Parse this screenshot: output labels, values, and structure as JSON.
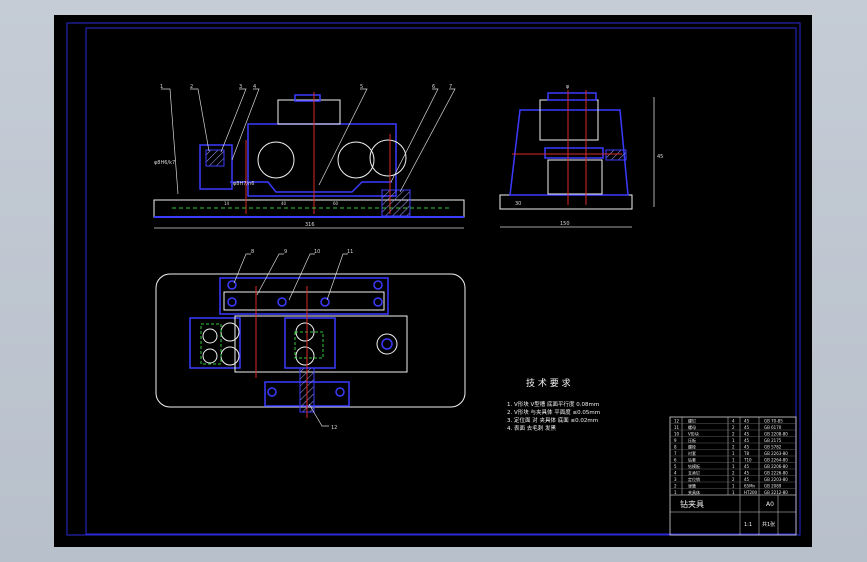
{
  "colors": {
    "background": "#000000",
    "frame": "#2a2ad6",
    "outline": "#f2f2f2",
    "part": "#3b3bff",
    "section_red": "#d62a2a",
    "dimension": "#d8d8d8",
    "hatch": "#a0a0ff",
    "green_center": "#2fc93b"
  },
  "drawing": {
    "callouts": [
      "1",
      "2",
      "3",
      "4",
      "5",
      "6",
      "7",
      "8",
      "9",
      "10",
      "11",
      "12"
    ],
    "fit_labels": {
      "left": "φ8H6/k7",
      "middle": "φ8H7/n6"
    },
    "dims": {
      "front_width": "316",
      "side_width": "150",
      "small_a": "14",
      "small_b": "40",
      "small_c": "60",
      "side_top": "φ",
      "side_right": "45",
      "side_bottom": "30"
    },
    "technical_requirements": {
      "title": "技 术 要 求",
      "items": [
        "1.  V形块 V型槽 底面平行度 0.08mm",
        "2.  V形块 与夹具体 平面度 ≤0.05mm",
        "3.  定位面 对 夹具体 底面 ≤0.02mm",
        "4.  表面 去毛刺 发黑"
      ]
    },
    "title_block": {
      "drawing_name": "钻夹具",
      "code": "A0",
      "scale": "1:1",
      "remark": "共1张",
      "rows": [
        [
          "12",
          "螺钉",
          "4",
          "45",
          "GB 70-85"
        ],
        [
          "11",
          "螺母",
          "2",
          "45",
          "GB 6170"
        ],
        [
          "10",
          "V形块",
          "2",
          "45",
          "GB 2208-80"
        ],
        [
          "9",
          "压板",
          "1",
          "45",
          "GB 2175"
        ],
        [
          "8",
          "螺栓",
          "2",
          "45",
          "GB 5782"
        ],
        [
          "7",
          "衬套",
          "1",
          "T8",
          "GB 2263-80"
        ],
        [
          "6",
          "钻套",
          "1",
          "T10",
          "GB 2264-80"
        ],
        [
          "5",
          "钻模板",
          "1",
          "45",
          "GB 2206-80"
        ],
        [
          "4",
          "支承钉",
          "2",
          "45",
          "GB 2226-80"
        ],
        [
          "3",
          "定位销",
          "2",
          "45",
          "GB 2203-80"
        ],
        [
          "2",
          "弹簧",
          "1",
          "65Mn",
          "GB 2089"
        ],
        [
          "1",
          "夹具体",
          "1",
          "HT200",
          "GB 2212-80"
        ]
      ]
    }
  }
}
